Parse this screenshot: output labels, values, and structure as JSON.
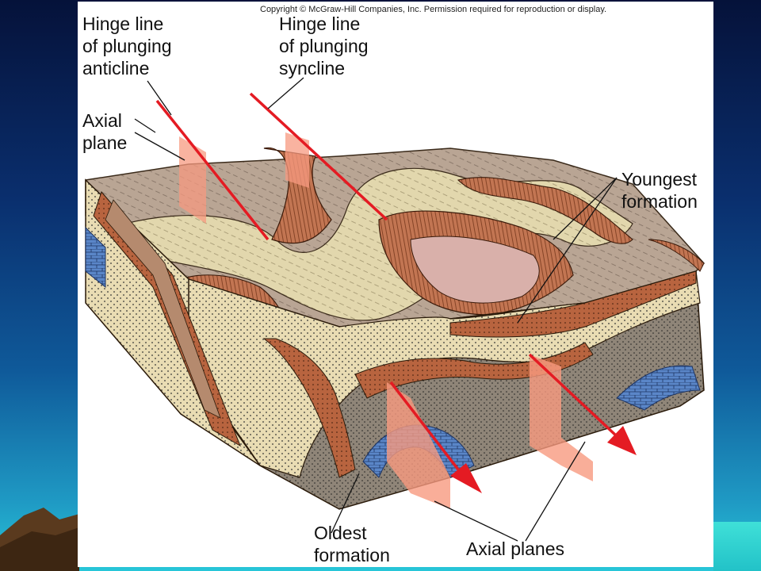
{
  "copyright": "Copyright © McGraw-Hill Companies, Inc. Permission required for reproduction or display.",
  "labels": {
    "hinge_anticline": "Hinge line\nof plunging\nanticline",
    "hinge_syncline": "Hinge line\nof plunging\nsyncline",
    "axial_plane": "Axial\nplane",
    "youngest": "Youngest\nformation",
    "oldest": "Oldest\nformation",
    "axial_planes": "Axial planes"
  },
  "colors": {
    "red_hinge": "#e41b23",
    "axial_plane_fill": "#f79a80",
    "tan_layer": "#e2d7ad",
    "brown_layer": "#b8643f",
    "gray_layer": "#8f8578",
    "pink_core": "#d9b0aa",
    "blue_oldest": "#5a86c8",
    "sand_layer": "#e9dcb3"
  }
}
